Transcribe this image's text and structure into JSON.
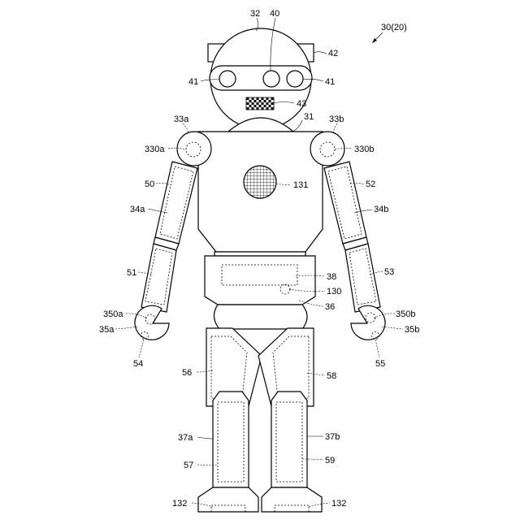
{
  "figure": {
    "ref_main": "30(20)",
    "labels": {
      "head": "32",
      "sensor": "40",
      "antenna": "42",
      "eye_left": "41",
      "eye_right": "41",
      "mouth": "43",
      "torso": "31",
      "shoulder_left": "33a",
      "shoulder_right": "33b",
      "shoulder_left_inner": "330a",
      "shoulder_right_inner": "330b",
      "chest_speaker": "131",
      "arm_upper_left_panel": "50",
      "arm_upper_right_panel": "52",
      "arm_upper_left": "34a",
      "arm_upper_right": "34b",
      "arm_lower_left_panel": "51",
      "arm_lower_right_panel": "53",
      "waist_panel": "38",
      "waist_sensor": "130",
      "waist": "36",
      "hand_left_inner": "350a",
      "hand_right_inner": "350b",
      "hand_left": "35a",
      "hand_right": "35b",
      "hand_left_pad": "54",
      "hand_right_pad": "55",
      "thigh_left_panel": "56",
      "thigh_right_panel": "58",
      "leg_left": "37a",
      "leg_right": "37b",
      "shin_left_panel": "57",
      "shin_right_panel": "59",
      "foot_left": "132",
      "foot_right": "132"
    }
  }
}
